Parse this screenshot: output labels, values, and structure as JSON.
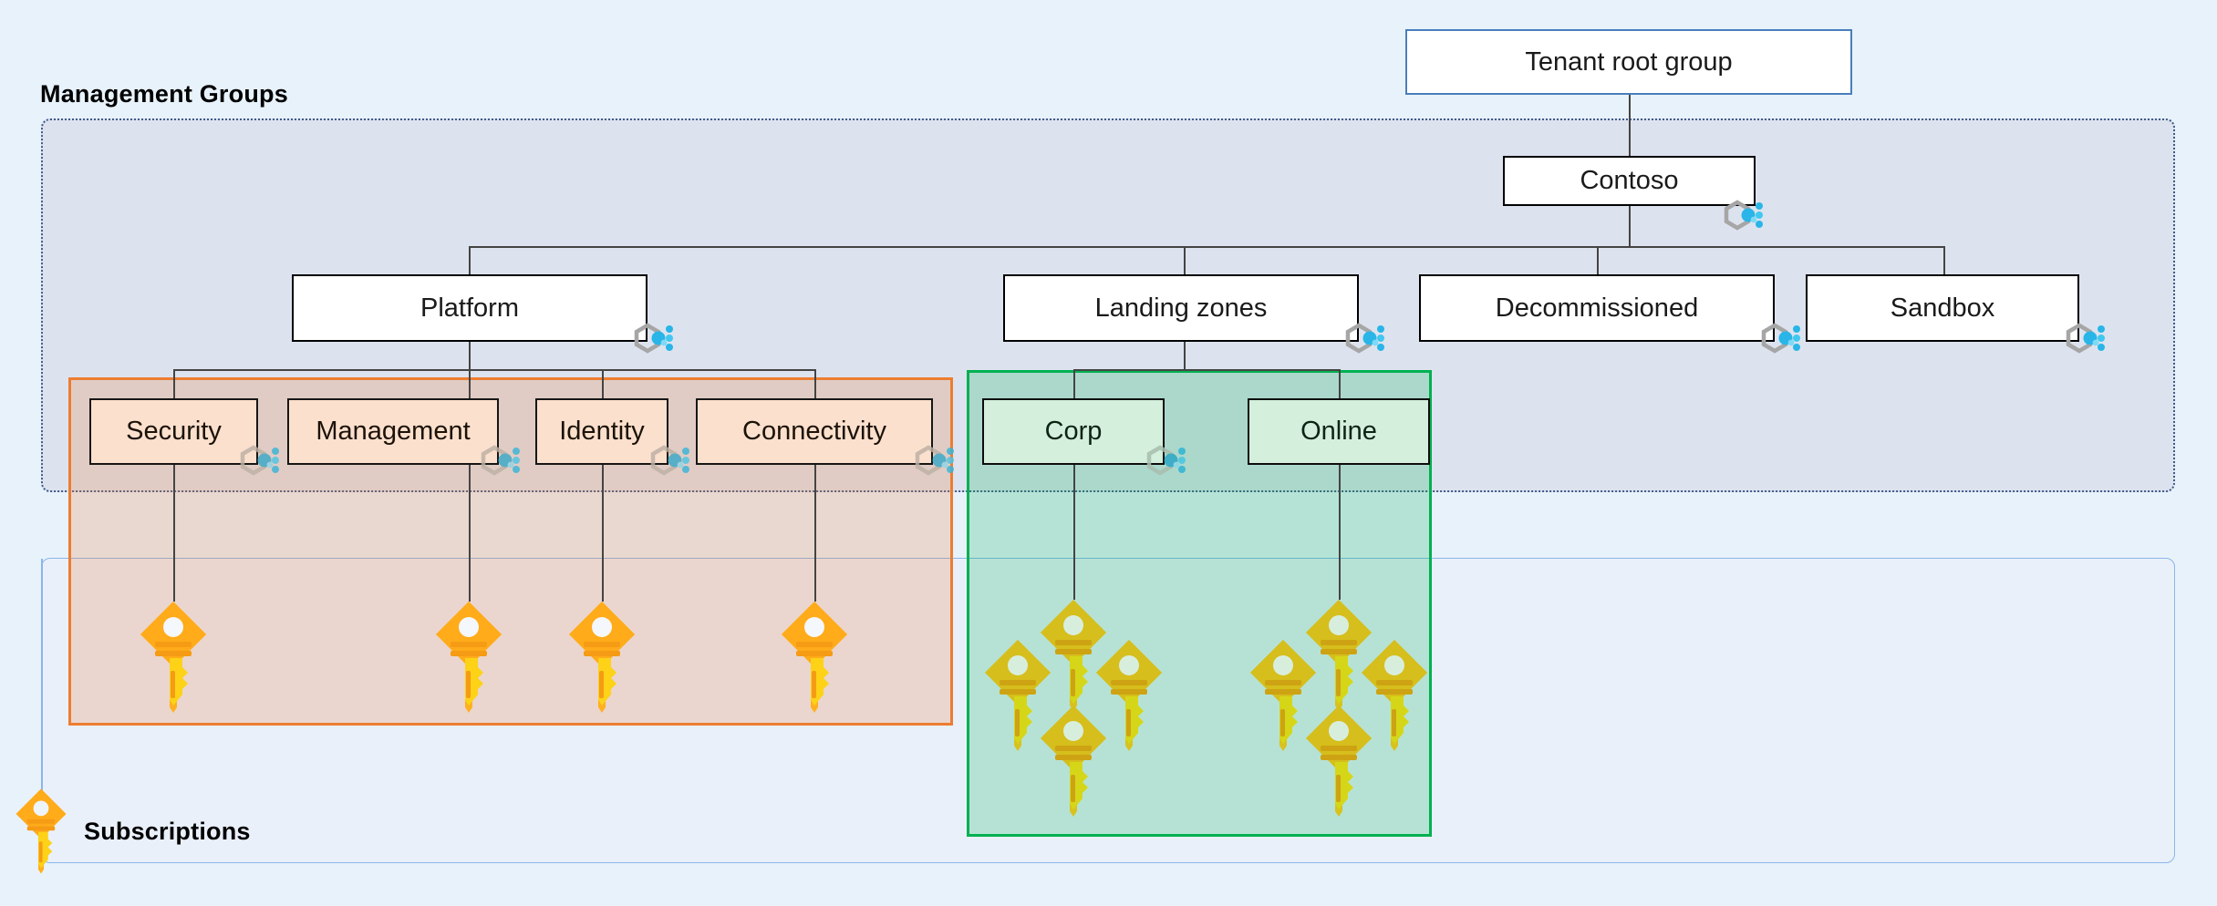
{
  "diagram": {
    "title": "Azure management group and subscription hierarchy",
    "sections": {
      "management_groups_label": "Management Groups",
      "subscriptions_label": "Subscriptions"
    },
    "colors": {
      "page_background": "#e8f2fb",
      "mg_region_fill": "#dde3ee",
      "mg_region_border": "#3f5a8a",
      "subs_region_fill": "#eaf0fa",
      "subs_region_border": "#8ab6e8",
      "platform_group_border": "#ed7d31",
      "platform_group_fill": "rgba(237,125,49,0.22)",
      "landing_zone_group_border": "#00b050",
      "landing_zone_group_fill": "rgba(0,176,80,0.22)",
      "node_fill": "#ffffff",
      "node_border": "#000000",
      "root_node_border": "#4a7ebb",
      "orange_node_fill": "#fbe0cd",
      "green_node_fill": "#d4efdc",
      "mg_icon_hex": "#a6a6a6",
      "mg_icon_dot": "#29b5e8",
      "key_orange": "#ffb01f",
      "key_orange_dark": "#f59b14",
      "connector": "#444444"
    },
    "nodes": {
      "tenant_root": "Tenant root group",
      "contoso": "Contoso",
      "platform": "Platform",
      "landing_zones": "Landing zones",
      "decommissioned": "Decommissioned",
      "sandbox": "Sandbox",
      "security": "Security",
      "management": "Management",
      "identity": "Identity",
      "connectivity": "Connectivity",
      "corp": "Corp",
      "online": "Online"
    },
    "icons": {
      "management_group": "management-group-icon",
      "subscription_key": "subscription-key-icon"
    },
    "subscription_counts": {
      "security": 1,
      "management": 1,
      "identity": 1,
      "connectivity": 1,
      "corp": 4,
      "online": 4
    }
  }
}
